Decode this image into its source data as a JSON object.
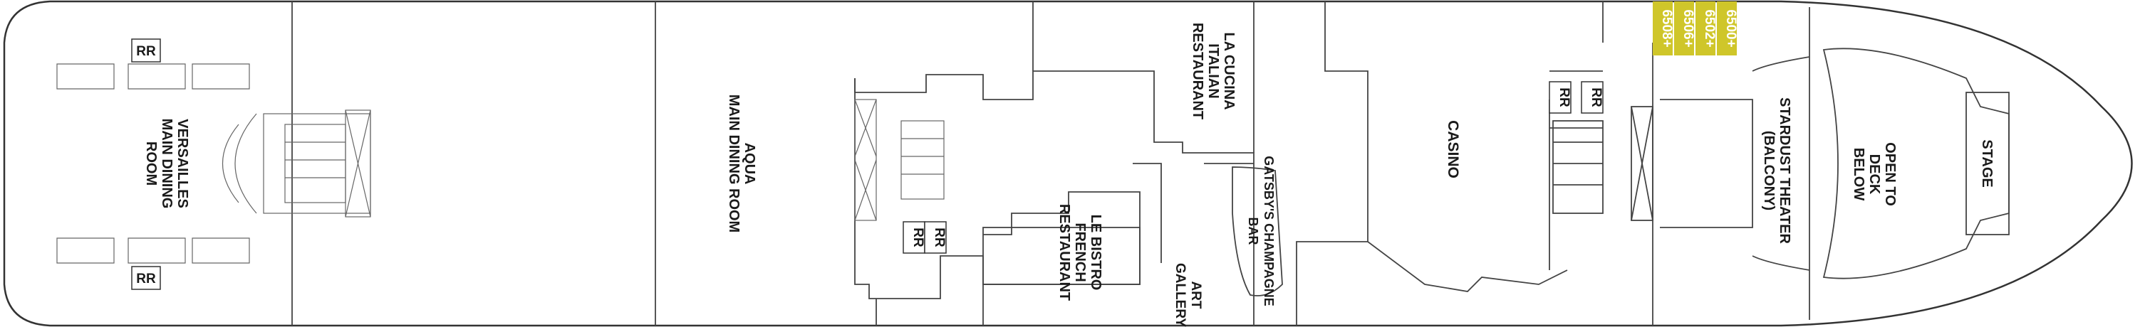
{
  "deck_labels": {
    "versailles": [
      "VERSAILLES",
      "MAIN DINING",
      "ROOM"
    ],
    "aqua": [
      "AQUA",
      "MAIN DINING ROOM"
    ],
    "la_cucina": [
      "LA CUCINA",
      "ITALIAN",
      "RESTAURANT"
    ],
    "le_bistro": [
      "LE BISTRO",
      "FRENCH",
      "RESTAURANT"
    ],
    "art_gallery": [
      "ART",
      "GALLERY"
    ],
    "gatsbys": [
      "GATSBY'S CHAMPAGNE",
      "BAR"
    ],
    "casino": [
      "CASINO"
    ],
    "stardust": [
      "STARDUST THEATER",
      "(BALCONY)"
    ],
    "open_to_deck": [
      "OPEN TO",
      "DECK",
      "BELOW"
    ],
    "stage": [
      "STAGE"
    ]
  },
  "restroom_label": "RR",
  "cabins": [
    "6508+",
    "6506+",
    "6502+",
    "6500+"
  ],
  "colors": {
    "outline": "#333333",
    "cabin_fill": "#cfc62a",
    "cabin_text": "#ffffff"
  }
}
